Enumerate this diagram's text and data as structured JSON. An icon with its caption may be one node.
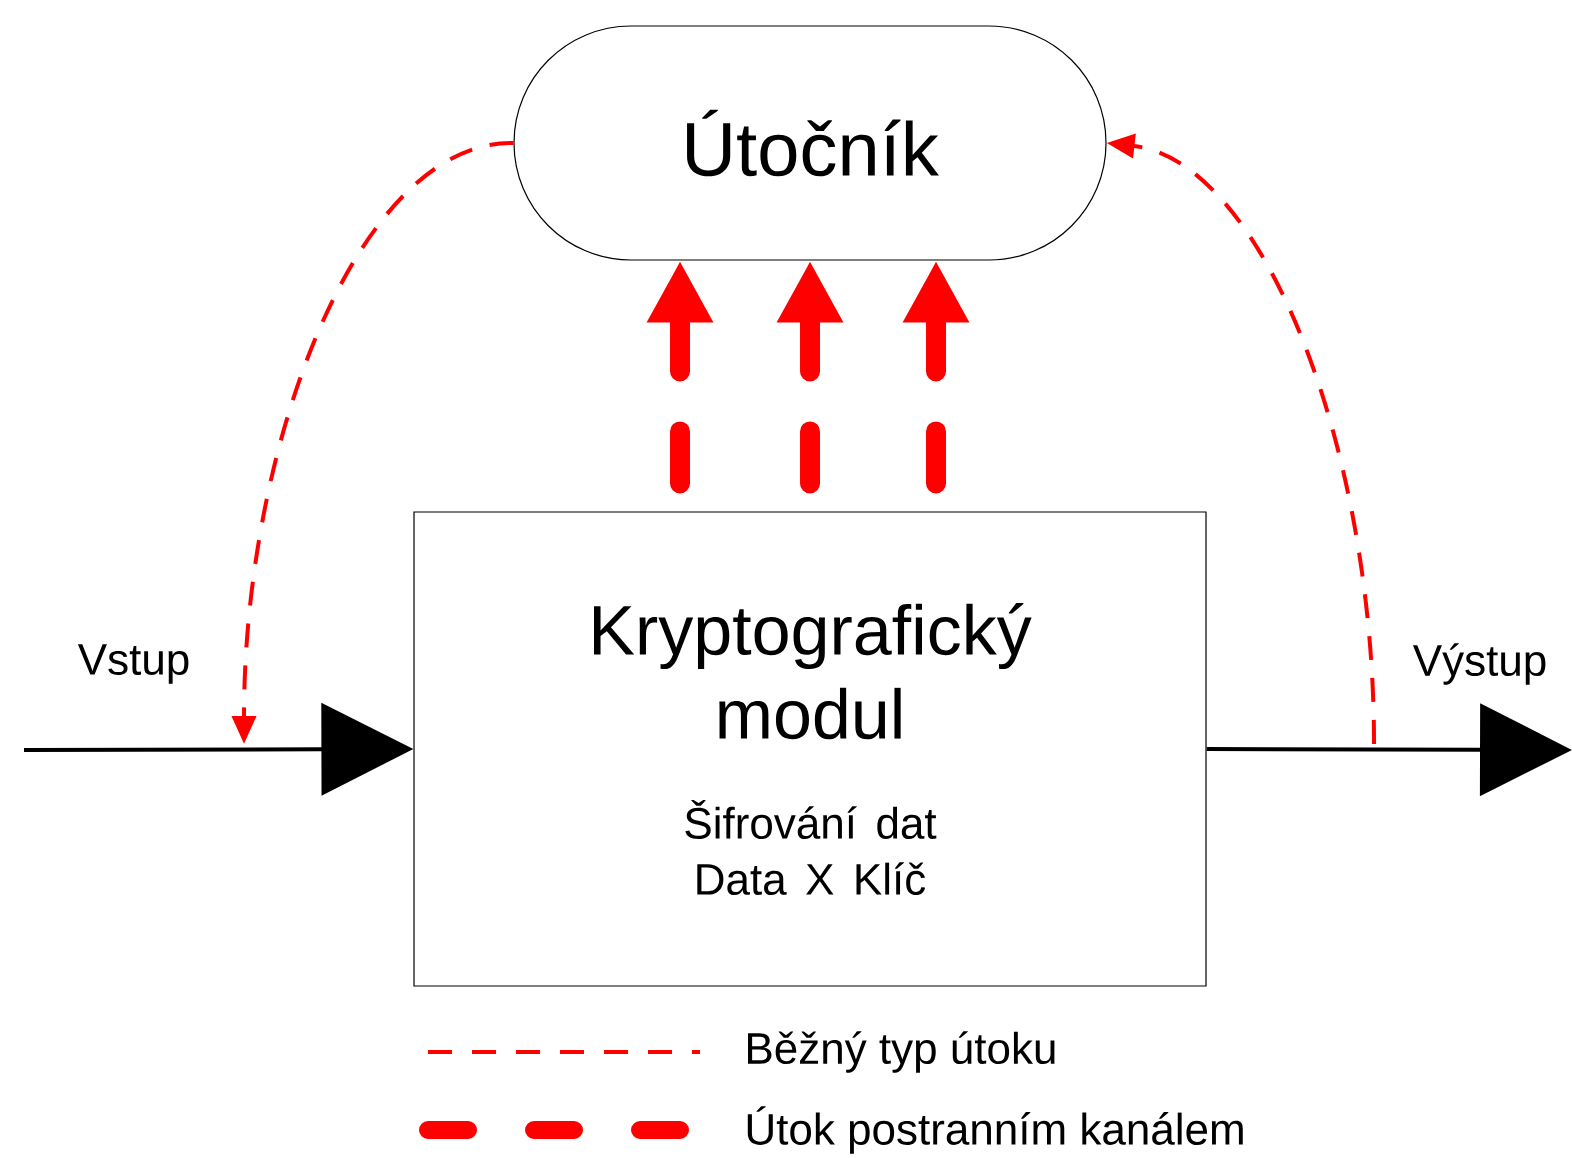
{
  "diagram": {
    "nodes": [
      {
        "text": [
          "Útočník"
        ]
      },
      {
        "text": [
          "Kryptografický modul",
          "Šifrování dat",
          "Data X Klíč"
        ]
      }
    ],
    "edges": [
      {
        "from": null,
        "to": 1,
        "arrow": "to",
        "label": "Vstup",
        "color": "#000000"
      },
      {
        "from": 1,
        "to": null,
        "arrow": "to",
        "label": "Výstup",
        "color": "#000000"
      },
      {
        "from": 0,
        "to": null,
        "arrow": "to",
        "style": "dashed",
        "color": "#ff0000"
      },
      {
        "from": null,
        "to": 0,
        "arrow": "to",
        "style": "dashed",
        "color": "#ff0000"
      },
      {
        "from": 1,
        "to": 0,
        "arrow": "to",
        "style": "dashed",
        "color": "#ff0000"
      },
      {
        "from": 1,
        "to": 0,
        "arrow": "to",
        "style": "dashed",
        "color": "#ff0000"
      },
      {
        "from": 1,
        "to": 0,
        "arrow": "to",
        "style": "dashed",
        "color": "#ff0000"
      }
    ],
    "legend": [
      {
        "text": "Běžný typ útoku"
      },
      {
        "text": "Útok postranním kanálem"
      }
    ]
  }
}
